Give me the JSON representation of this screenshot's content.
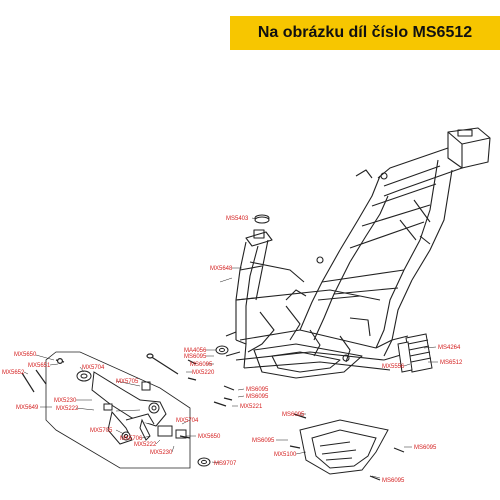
{
  "banner": {
    "text": "Na obrázku díl číslo MS6512",
    "background": "#f7c600"
  },
  "colors": {
    "label": "#d42020",
    "line": "#222222"
  },
  "labels": {
    "ms5403": "MS5403",
    "mx5648": "MX5648",
    "ma4056": "MA4056",
    "ms6095_a": "MS6095",
    "ms6095_b": "MS6095",
    "mx5220": "MX5220",
    "mx5650_a": "MX5650",
    "mx5651": "MX5651",
    "mx5652": "MX5652",
    "mx5704_a": "MX5704",
    "mx5705_a": "MX5705",
    "mx5649": "MX5649",
    "mx5230_a": "MX5230",
    "mx5222_a": "MX5222",
    "mx5705_b": "MX5705",
    "mx5706": "MX5706",
    "mx5222_b": "MX5222",
    "mx5230_b": "MX5230",
    "mx5704_b": "MX5704",
    "mx5650_b": "MX5650",
    "ms9707": "MS9707",
    "ms6095_c": "MS6095",
    "ms6095_d": "MS6095",
    "mx5221": "MX5221",
    "ms6095_e": "MS6095",
    "ms6095_f": "MS6095",
    "mx5100": "MX5100",
    "ms6095_g": "MS6095",
    "ms6095_h": "MS6095",
    "ms4264": "MS4264",
    "mx5556": "MX5556",
    "ms6512": "MS6512"
  }
}
